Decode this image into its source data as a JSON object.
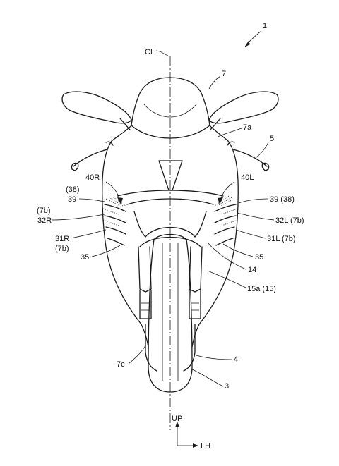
{
  "figure_number": "1",
  "centerline_label": "CL",
  "direction": {
    "up_label": "UP",
    "side_label": "LH"
  },
  "reference_labels": {
    "r7": "7",
    "r7a": "7a",
    "r5": "5",
    "r40R": "40R",
    "r40L": "40L",
    "r38_left": "(38)",
    "r39_left": "39",
    "r39_38_right": "39 (38)",
    "r7b_left": "(7b)",
    "r32R": "32R",
    "r32L": "32L (7b)",
    "r31R": "31R",
    "r7b_left2": "(7b)",
    "r31L": "31L (7b)",
    "r35_left": "35",
    "r35_right": "35",
    "r14": "14",
    "r15a": "15a (15)",
    "r7c": "7c",
    "r4": "4",
    "r3": "3"
  }
}
